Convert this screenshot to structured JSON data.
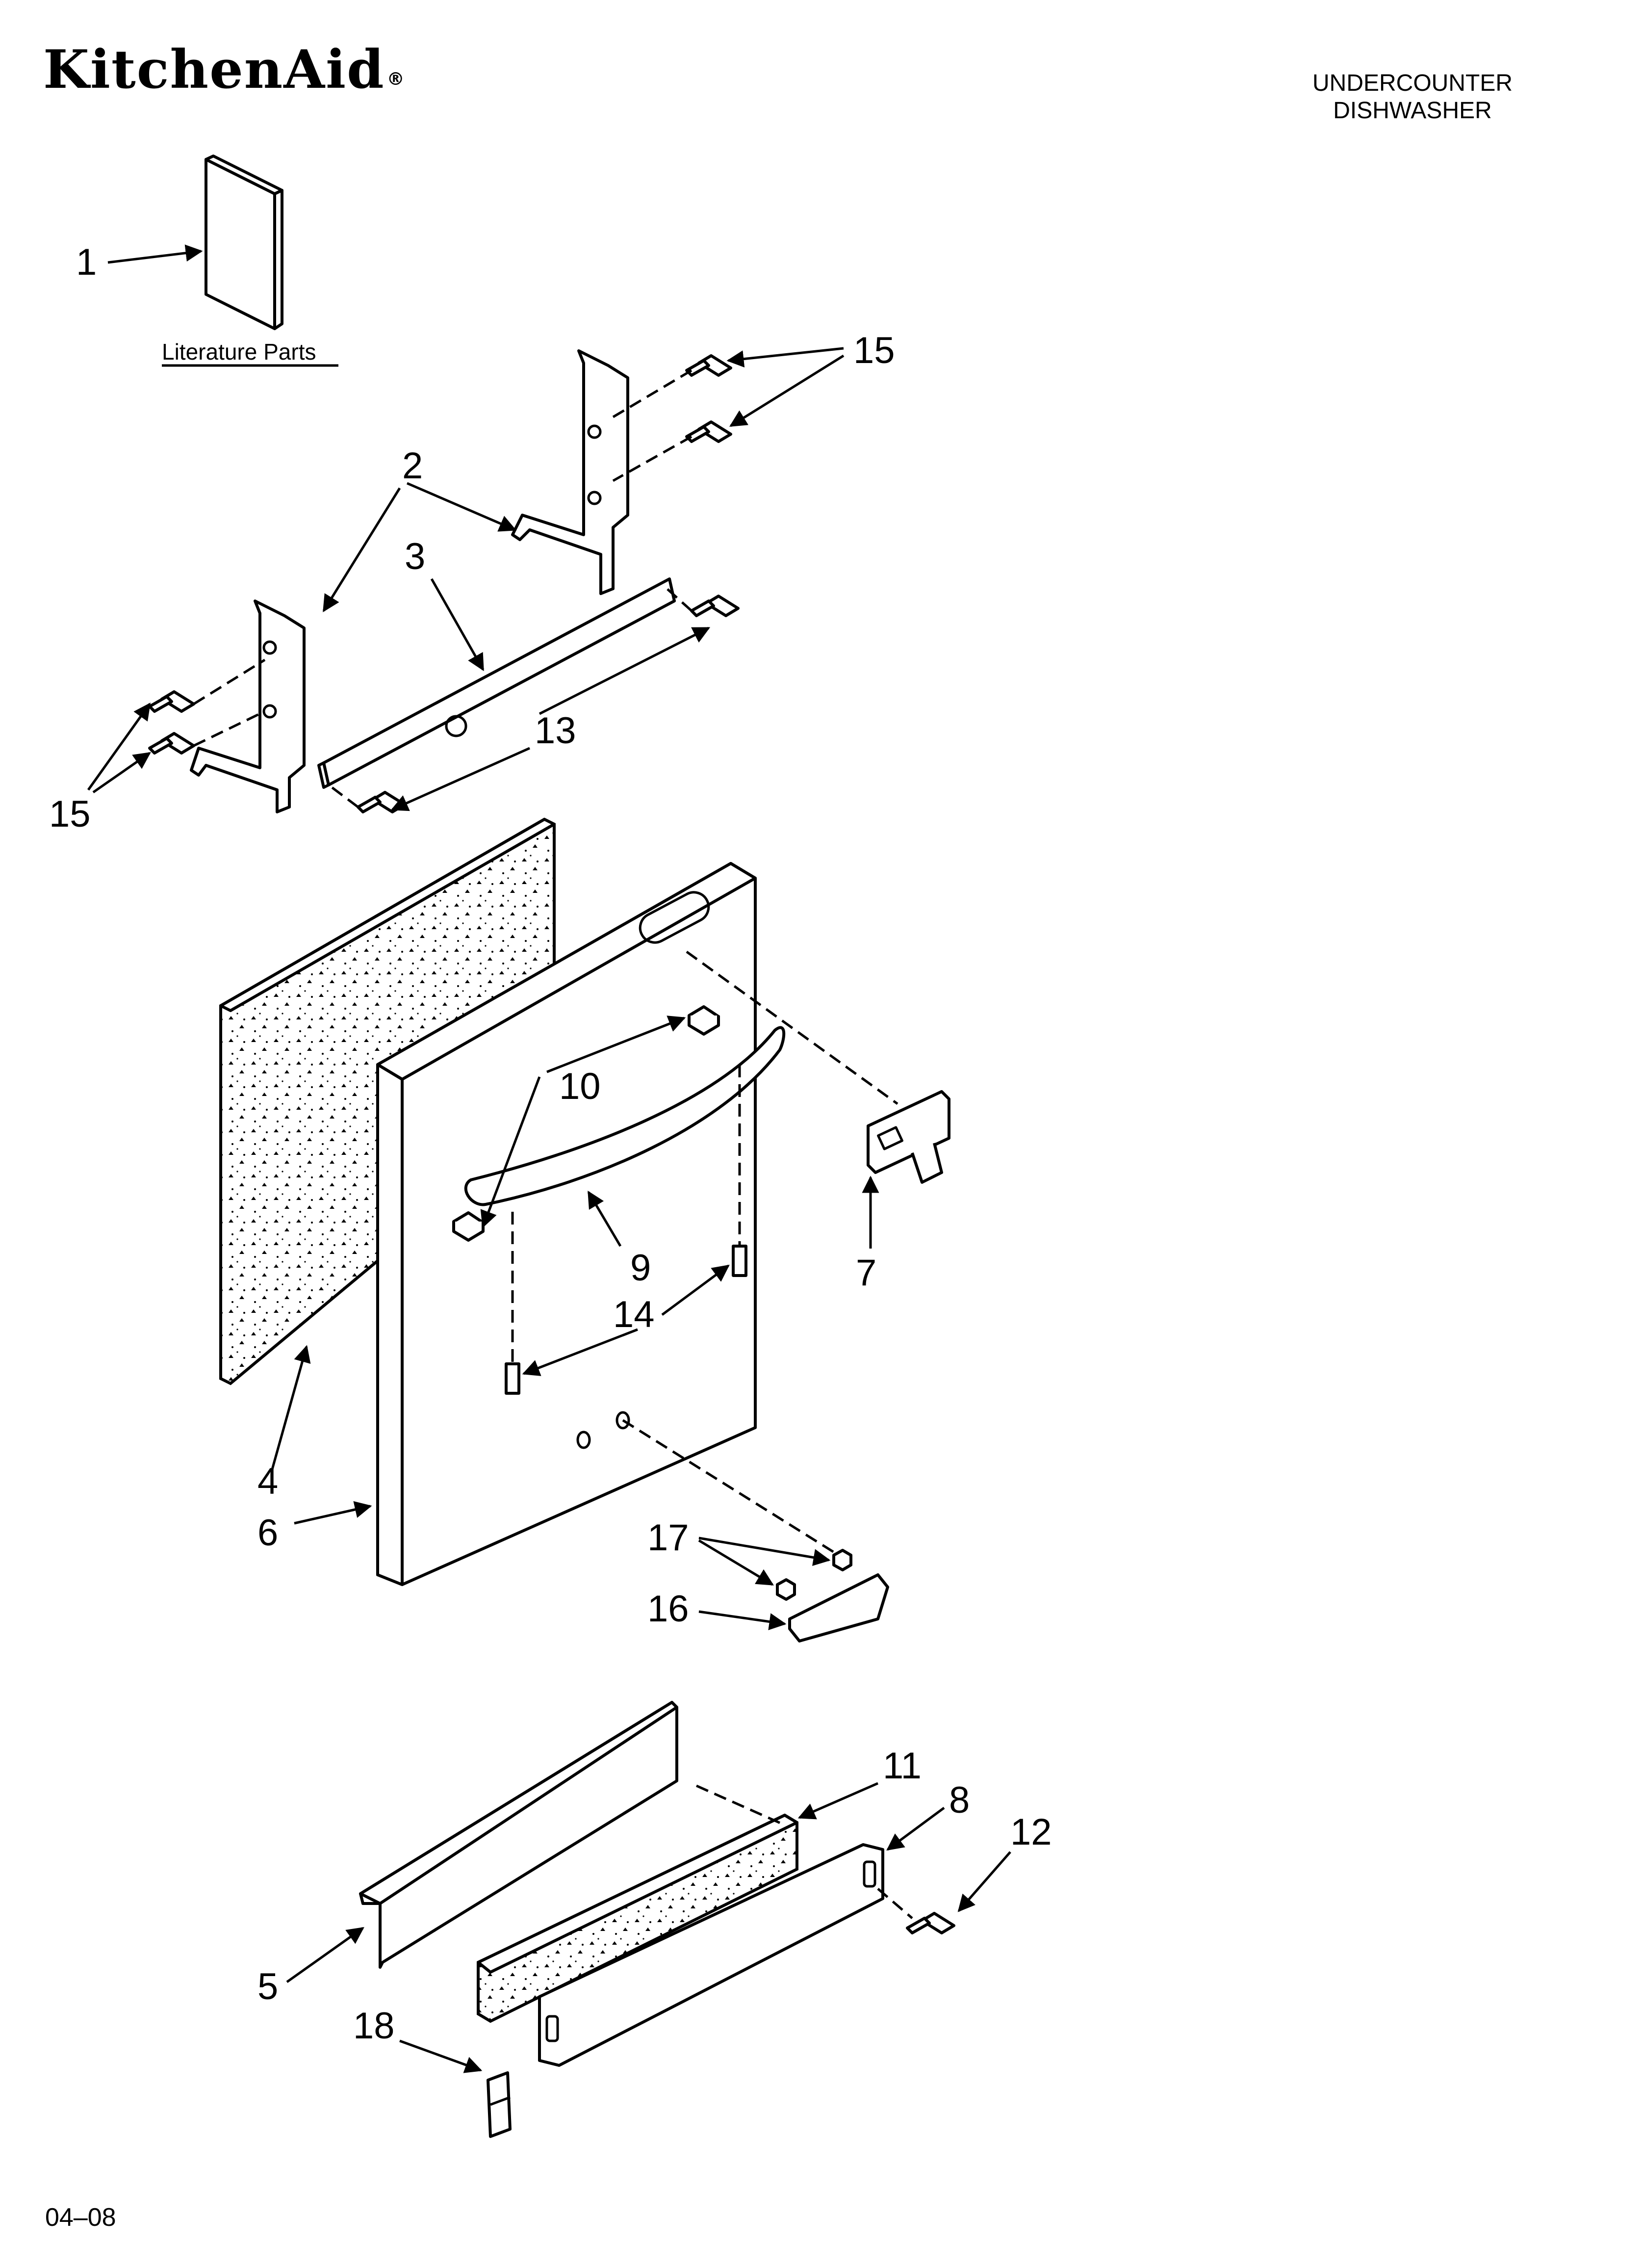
{
  "brand": {
    "name": "KitchenAid",
    "registered": "®"
  },
  "heading": {
    "line1": "UNDERCOUNTER",
    "line2": "DISHWASHER"
  },
  "literature_label": "Literature Parts",
  "footer_code": "04–08",
  "callouts": {
    "c1": "1",
    "c2": "2",
    "c3": "3",
    "c4": "4",
    "c5": "5",
    "c6": "6",
    "c7": "7",
    "c8": "8",
    "c9": "9",
    "c10": "10",
    "c11": "11",
    "c12": "12",
    "c13": "13",
    "c14": "14",
    "c15a": "15",
    "c15b": "15",
    "c16": "16",
    "c17": "17",
    "c18": "18"
  }
}
